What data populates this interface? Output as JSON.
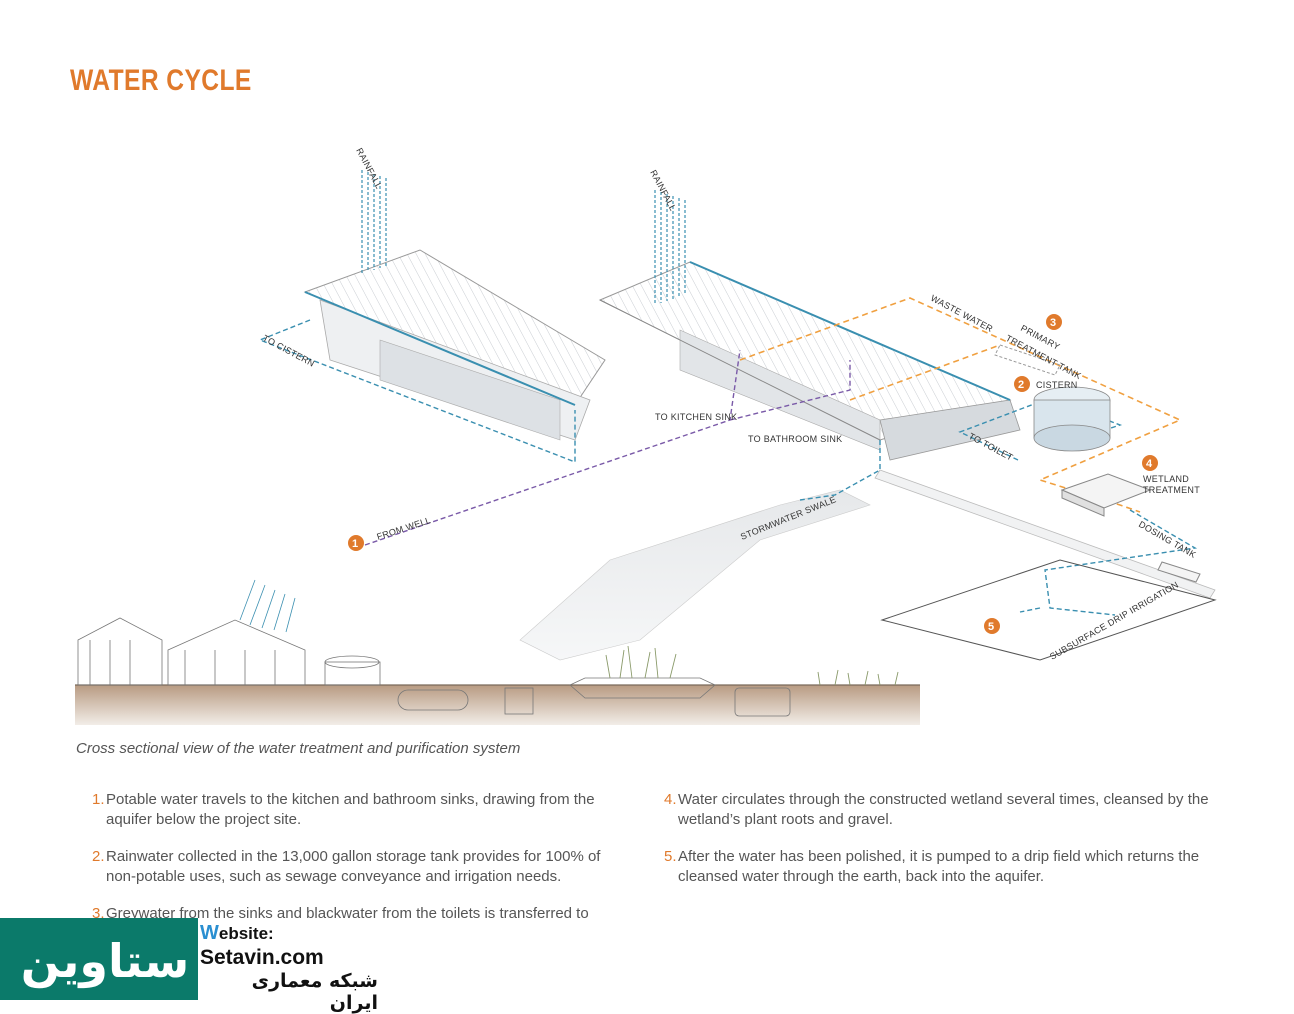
{
  "title": "WATER CYCLE",
  "labels": {
    "rainfall_1": "RAINFALL",
    "rainfall_2": "RAINFALL",
    "to_cistern": "TO CISTERN",
    "waste_water": "WASTE WATER",
    "primary_treatment": "PRIMARY",
    "primary_treatment_2": "TREATMENT TANK",
    "cistern": "CISTERN",
    "to_kitchen_sink": "TO KITCHEN SINK",
    "to_bathroom_sink": "TO BATHROOM SINK",
    "to_toilet": "TO TOILET",
    "wetland": "WETLAND",
    "wetland_2": "TREATMENT",
    "from_well": "FROM WELL",
    "stormwater_swale": "STORMWATER SWALE",
    "dosing_tank": "DOSING TANK",
    "subsurface": "SUBSURFACE DRIP IRRIGATION"
  },
  "markers": [
    "1",
    "2",
    "3",
    "4",
    "5"
  ],
  "caption": "Cross sectional view of the water treatment and purification system",
  "notes_left": [
    {
      "num": "1.",
      "text": "Potable water travels to the kitchen and bathroom sinks, drawing from the aquifer below the project site."
    },
    {
      "num": "2.",
      "text": "Rainwater collected in the 13,000 gallon storage tank provides for 100% of non-potable uses, such as sewage conveyance and irrigation needs."
    },
    {
      "num": "3.",
      "text": "Greywater from the sinks and blackwater from the toilets is transferred to storage tanks"
    }
  ],
  "notes_right": [
    {
      "num": "4.",
      "text": "Water circulates through the constructed wetland several times, cleansed by the wetland’s plant roots and gravel."
    },
    {
      "num": "5.",
      "text": "After the water has been polished, it is pumped to a drip field which returns the cleansed water through the earth, back into the aquifer."
    }
  ],
  "watermark": {
    "brand": "ستاوین",
    "website_prefix": "W",
    "website_label": "ebsite:",
    "site": "Setavin.com",
    "tagline": "شبکه معماری ایران"
  },
  "colors": {
    "accent": "#e07a2c",
    "blue": "#3a8fb0",
    "purple": "#7a5aa8",
    "orange_dash": "#f0a040"
  }
}
